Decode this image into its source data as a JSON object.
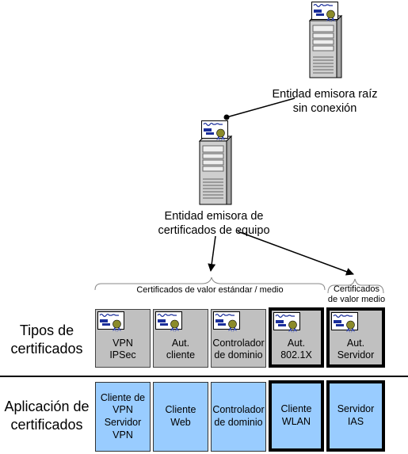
{
  "servers": {
    "root": {
      "label_line1": "Entidad emisora raíz",
      "label_line2": "sin conexión"
    },
    "issuing": {
      "label_line1": "Entidad emisora de",
      "label_line2": "certificados de equipo"
    }
  },
  "braces": {
    "standard_medium": "Certificados de valor estándar / medio",
    "medium_line1": "Certificados",
    "medium_line2": "de valor medio"
  },
  "rows": {
    "types_line1": "Tipos de",
    "types_line2": "certificados",
    "app_line1": "Aplicación de",
    "app_line2": "certificados"
  },
  "cert_types": [
    {
      "line1": "VPN",
      "line2": "IPSec"
    },
    {
      "line1": "Aut.",
      "line2": "cliente"
    },
    {
      "line1": "Controlador",
      "line2": "de dominio"
    },
    {
      "line1": "Aut.",
      "line2": "802.1X"
    },
    {
      "line1": "Aut.",
      "line2": "Servidor"
    }
  ],
  "applications": [
    {
      "lines": [
        "Cliente de",
        "VPN",
        "Servidor",
        "VPN"
      ]
    },
    {
      "lines": [
        "Cliente",
        "Web"
      ]
    },
    {
      "lines": [
        "Controlador",
        "de dominio"
      ]
    },
    {
      "lines": [
        "Cliente",
        "WLAN"
      ]
    },
    {
      "lines": [
        "Servidor",
        "IAS"
      ]
    }
  ],
  "colors": {
    "type_fill": "#c0c0c0",
    "app_fill": "#99ccff",
    "accent_seal": "#8b8b2a",
    "ribbon": "#2a3fb0"
  }
}
